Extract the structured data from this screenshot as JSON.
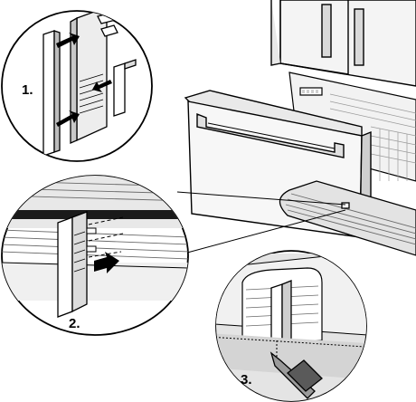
{
  "steps": [
    {
      "number": "1."
    },
    {
      "number": "2."
    },
    {
      "number": "3."
    }
  ],
  "colors": {
    "ink": "#000000",
    "paper": "#ffffff",
    "shade_light": "#e6e6e6",
    "shade_mid": "#bdbdbd",
    "shade_dark": "#7a7a7a"
  },
  "icons": [
    "arrow-icon",
    "screwdriver-icon"
  ]
}
